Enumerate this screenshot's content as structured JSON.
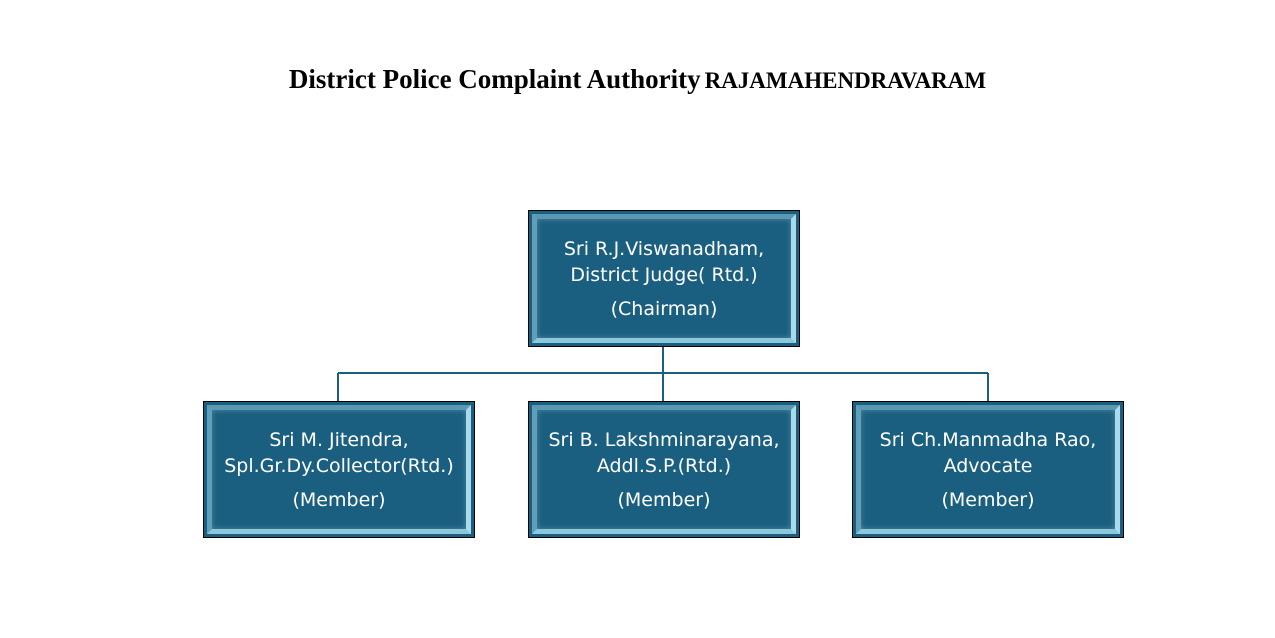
{
  "title": {
    "main": "District Police Complaint Authority",
    "city": "RAJAMAHENDRAVARAM"
  },
  "chairman": {
    "name": "Sri R.J.Viswanadham,",
    "designation": "District Judge( Rtd.)",
    "role": "(Chairman)"
  },
  "members": [
    {
      "name": "Sri M. Jitendra,",
      "designation": "Spl.Gr.Dy.Collector(Rtd.)",
      "role": "(Member)"
    },
    {
      "name": "Sri B. Lakshminarayana,",
      "designation": "Addl.S.P.(Rtd.)",
      "role": "(Member)"
    },
    {
      "name": "Sri Ch.Manmadha Rao,",
      "designation": "Advocate",
      "role": "(Member)"
    }
  ],
  "colors": {
    "box_fill": "#1a5f7f",
    "connector": "#1a5f7f",
    "text": "#ffffff"
  }
}
